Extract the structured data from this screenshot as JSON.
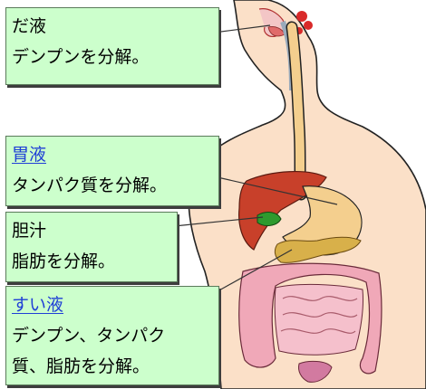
{
  "labels": {
    "saliva": {
      "title": "だ液",
      "description": "デンプンを分解。"
    },
    "gastric": {
      "title": "胃液",
      "description": "タンパク質を分解。"
    },
    "bile": {
      "title": "胆汁",
      "description": "脂肪を分解。"
    },
    "pancreatic": {
      "title": "すい液",
      "description_line1": "デンプン、タンパク",
      "description_line2": "質、脂肪を分解。"
    }
  },
  "colors": {
    "callout_fill": "#ccffcc",
    "link": "#1f3fd6",
    "skin": "#fbe0c8",
    "esophagus": "#f4cf8e",
    "liver": "#c8402a",
    "gallbladder": "#2e9a2e",
    "pancreas": "#d8b04a",
    "intestine": "#f0a8b8"
  }
}
